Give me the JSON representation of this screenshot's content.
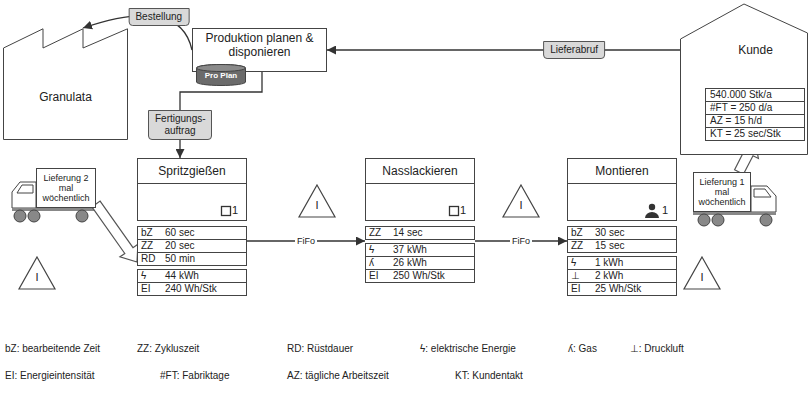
{
  "diagram": {
    "nodes": [
      {
        "text": [
          "Granulata"
        ]
      },
      {
        "text": [
          "Produktion planen & disponieren"
        ]
      },
      {
        "text": [
          "Pro Plan"
        ]
      },
      {
        "text": [
          "Kunde"
        ]
      },
      {
        "text": [
          "540.000 Stk/a",
          "#FT = 250 d/a",
          "AZ = 15 h/d",
          "KT = 25 sec/Stk"
        ],
        "in": 3
      },
      {
        "text": [
          "Spritzgießen",
          "1"
        ]
      },
      {
        "text": [
          "bZ",
          "60 sec",
          "ZZ",
          "20 sec",
          "RD",
          "50 min",
          "ϟ",
          "44 kWh",
          "EI",
          "240 Wh/Stk"
        ]
      },
      {
        "text": [
          "Nasslackieren",
          "1"
        ]
      },
      {
        "text": [
          "ZZ",
          "14 sec",
          "ϟ",
          "37 kWh",
          "ʎ",
          "26 kWh",
          "EI",
          "250 Wh/Stk"
        ]
      },
      {
        "text": [
          "Montieren",
          "1"
        ]
      },
      {
        "text": [
          "bZ",
          "30 sec",
          "ZZ",
          "15 sec",
          "ϟ",
          "1 kWh",
          "⊥",
          "2 kWh",
          "EI",
          "25 Wh/Stk"
        ]
      },
      {
        "text": [
          "I"
        ]
      },
      {
        "text": [
          "I"
        ]
      },
      {
        "text": [
          "I"
        ]
      },
      {
        "text": [
          "I"
        ]
      },
      {
        "text": [
          "Lieferung 2 mal wöchentlich"
        ]
      },
      {
        "text": [
          "Lieferung 1 mal wöchentlich"
        ]
      }
    ],
    "edges": [
      {
        "from": 1,
        "to": 0,
        "arrow": "to",
        "label": "Bestellung"
      },
      {
        "from": 3,
        "to": 1,
        "arrow": "to",
        "label": "Lieferabruf"
      },
      {
        "from": 1,
        "to": 5,
        "arrow": "to",
        "label": "Fertigungs- auftrag"
      },
      {
        "from": 6,
        "to": 8,
        "arrow": "to",
        "label": "FiFo"
      },
      {
        "from": 8,
        "to": 10,
        "arrow": "to",
        "label": "FiFo"
      },
      {
        "from": 15,
        "to": 6,
        "arrow": "to"
      },
      {
        "from": 16,
        "to": 4,
        "arrow": "to"
      }
    ],
    "labels": [
      "bZ: bearbeitende Zeit",
      "ZZ: Zykluszeit",
      "RD: Rüstdauer",
      "ϟ: elektrische Energie",
      "ʎ: Gas",
      "⊥: Druckluft",
      "EI: Energieintensität",
      "#FT: Fabriktage",
      "AZ: tägliche Arbeitszeit",
      "KT: Kundentakt"
    ]
  }
}
